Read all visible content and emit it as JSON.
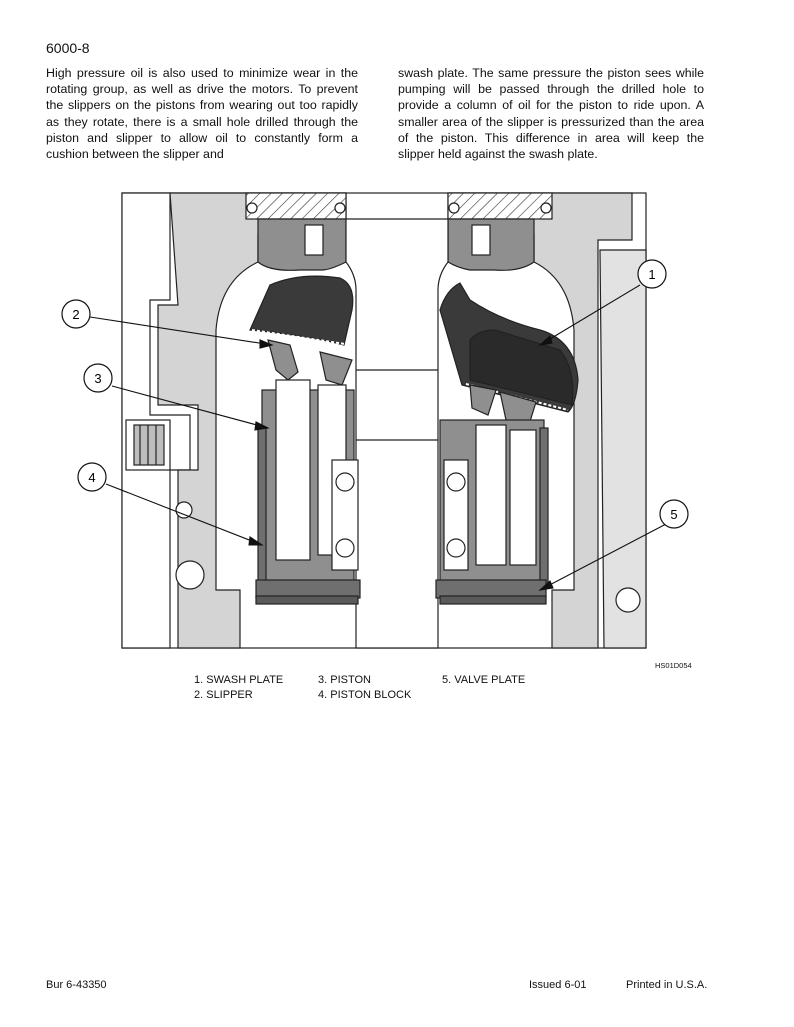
{
  "header": {
    "page_number": "6000-8"
  },
  "body_text": {
    "left_paragraph": "High pressure oil is also used to minimize wear in the rotating group, as well as drive the motors. To prevent the slippers on the pistons from wearing out too rapidly as they rotate, there is a small hole drilled through the piston and slipper to allow oil to constantly form a cushion between the slipper and",
    "right_paragraph": "swash plate. The same pressure  the piston sees while pumping will be passed through the drilled hole to provide a column of oil for the piston to ride upon. A smaller area of the slipper is pressurized than the area of the piston. This difference in area will keep the slipper held against the swash plate."
  },
  "figure": {
    "code": "HS01D054",
    "callouts": [
      "1",
      "2",
      "3",
      "4",
      "5"
    ],
    "legend": [
      {
        "label": "1. SWASH PLATE"
      },
      {
        "label": "2. SLIPPER"
      },
      {
        "label": "3. PISTON"
      },
      {
        "label": "4. PISTON BLOCK"
      },
      {
        "label": "5. VALVE PLATE"
      }
    ]
  },
  "footer": {
    "doc_number": "Bur 6-43350",
    "issued": "Issued 6-01",
    "printed": "Printed in U.S.A."
  }
}
